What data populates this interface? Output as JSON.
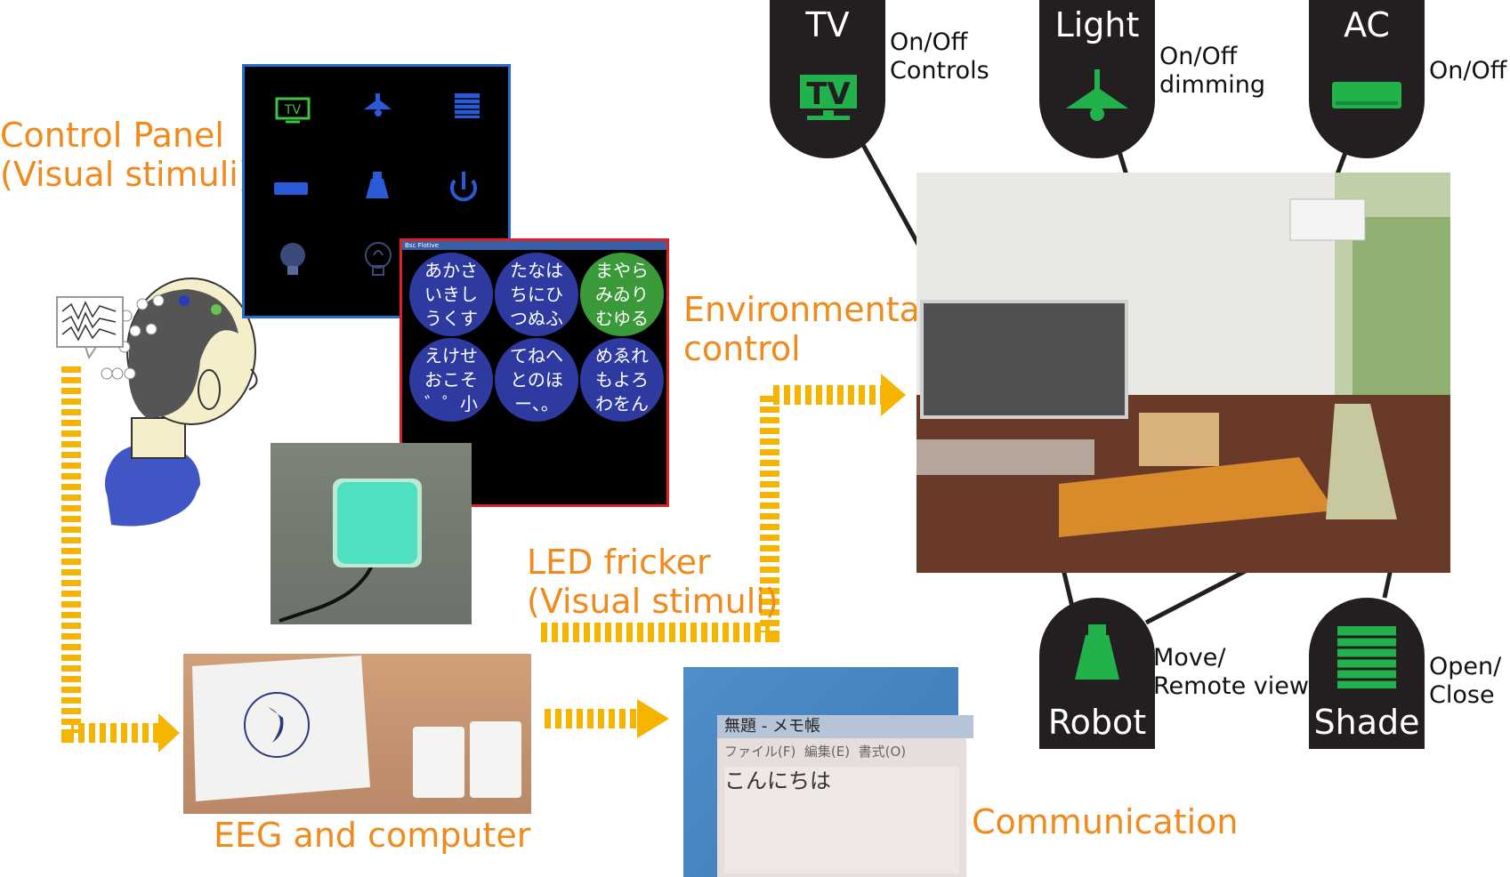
{
  "labels": {
    "control_panel": [
      "Control Panel",
      "(Visual stimuli)"
    ],
    "led": [
      "LED fricker",
      "(Visual stimuli)"
    ],
    "env": [
      "Environmental",
      "control"
    ],
    "eeg": "EEG and computer",
    "comm": "Communication"
  },
  "devices": {
    "tv": {
      "title": "TV",
      "desc": "On/Off\nControls"
    },
    "light": {
      "title": "Light",
      "desc": "On/Off\ndimming"
    },
    "ac": {
      "title": "AC",
      "desc": "On/Off"
    },
    "robot": {
      "title": "Robot",
      "desc": "Move/\nRemote view"
    },
    "shade": {
      "title": "Shade",
      "desc": "Open/\nClose"
    }
  },
  "panel_icons": [
    "tv-icon",
    "lamp-icon",
    "shade-icon",
    "ac-icon",
    "robot-icon",
    "power-icon",
    "bulb-icon",
    "bulb-outline-icon"
  ],
  "kana_window": {
    "title": "Bsc Flotive",
    "cells": [
      "あかさ\nいきし\nうくす",
      "たなは\nちにひ\nつぬふ",
      "まやら\nみゐり\nむゆる",
      "えけせ\nおこそ\n゛゜小",
      "てねへ\nとのほ\nー、。",
      "めゑれ\nもよろ\nわをん"
    ]
  },
  "memo": {
    "title": "無題 - メモ帳",
    "menu": "ファイル(F)  編集(E)  書式(O)",
    "text": "こんにちは"
  },
  "colors": {
    "orange": "#f08a1c",
    "icon_green": "#22b24c",
    "panel_blue": "#2a5ad8",
    "bubble": "#231f20"
  }
}
